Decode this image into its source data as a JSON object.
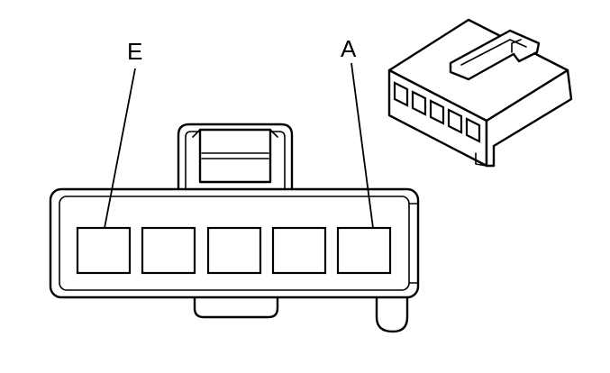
{
  "diagram": {
    "labels": {
      "left_pin": "E",
      "right_pin": "A"
    },
    "cavity_count": 5,
    "colors": {
      "line": "#000000",
      "background": "#ffffff"
    }
  }
}
